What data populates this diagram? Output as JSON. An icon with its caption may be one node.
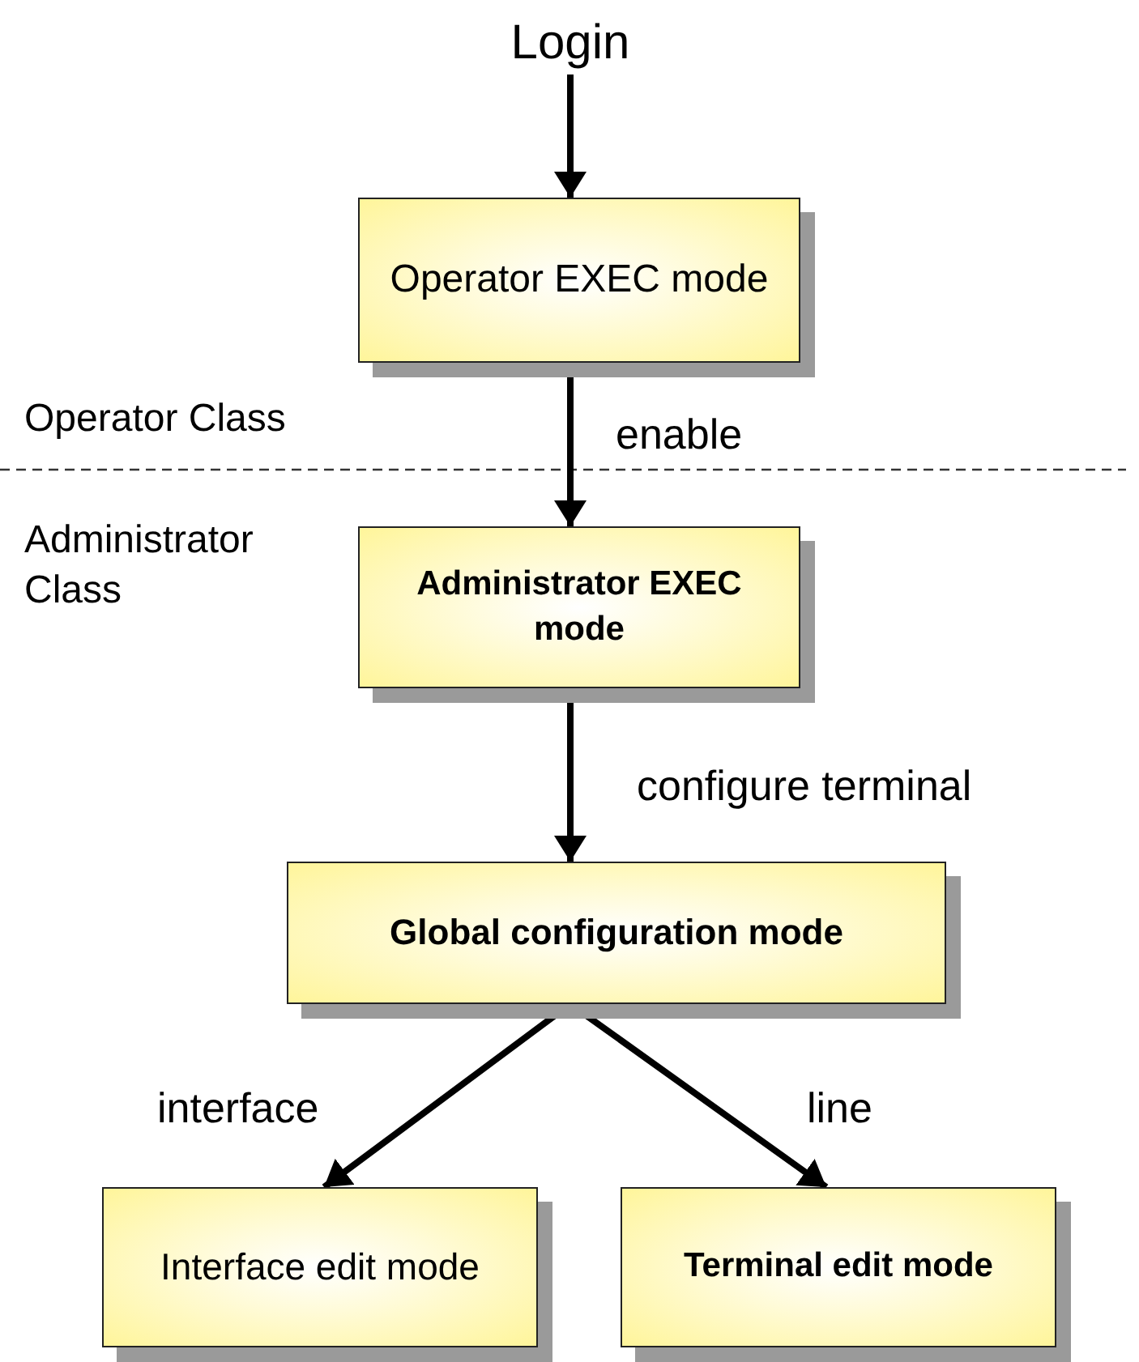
{
  "diagram": {
    "nodes": [
      {
        "text": [
          "Login"
        ]
      },
      {
        "text": [
          "Operator EXEC mode"
        ]
      },
      {
        "text": [
          "Administrator EXEC mode"
        ]
      },
      {
        "text": [
          "Global configuration mode"
        ]
      },
      {
        "text": [
          "Interface edit mode"
        ]
      },
      {
        "text": [
          "Terminal edit mode"
        ]
      }
    ],
    "edges": [
      {
        "from": 0,
        "to": 1,
        "arrow": "to"
      },
      {
        "from": 1,
        "to": 2,
        "arrow": "to",
        "label": "enable"
      },
      {
        "from": 2,
        "to": 3,
        "arrow": "to",
        "label": "configure terminal"
      },
      {
        "from": 3,
        "to": 4,
        "arrow": "to",
        "label": "interface"
      },
      {
        "from": 3,
        "to": 5,
        "arrow": "to",
        "label": "line"
      }
    ],
    "labels": [
      "Operator Class",
      "Administrator Class"
    ]
  }
}
